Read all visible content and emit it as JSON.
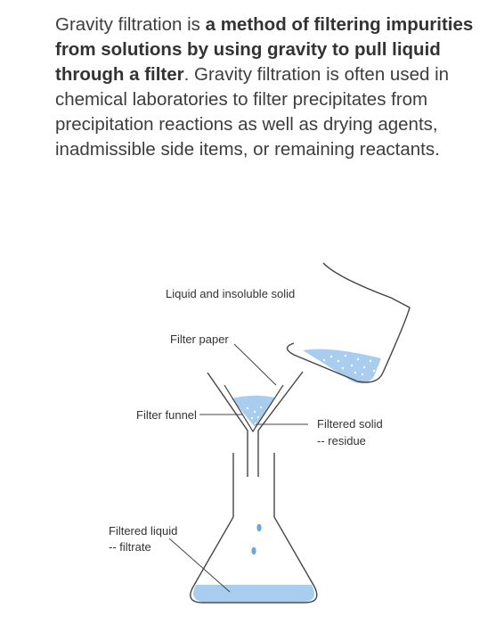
{
  "paragraph": {
    "lead": "Gravity filtration is ",
    "bold": "a method of filtering impurities from solutions by using gravity to pull liquid through a filter",
    "rest": ". Gravity filtration is often used in chemical laboratories to filter precipitates from precipitation reactions as well as drying agents, inadmissible side items, or remaining reactants."
  },
  "diagram": {
    "labels": {
      "liquid_and_solid": "Liquid and insoluble solid",
      "filter_paper": "Filter paper",
      "filter_funnel": "Filter funnel",
      "filtered_solid_1": "Filtered solid",
      "filtered_solid_2": "-- residue",
      "filtered_liquid_1": "Filtered liquid",
      "filtered_liquid_2": "-- filtrate"
    },
    "colors": {
      "liquid": "#a9cdef",
      "outline": "#444444"
    }
  }
}
